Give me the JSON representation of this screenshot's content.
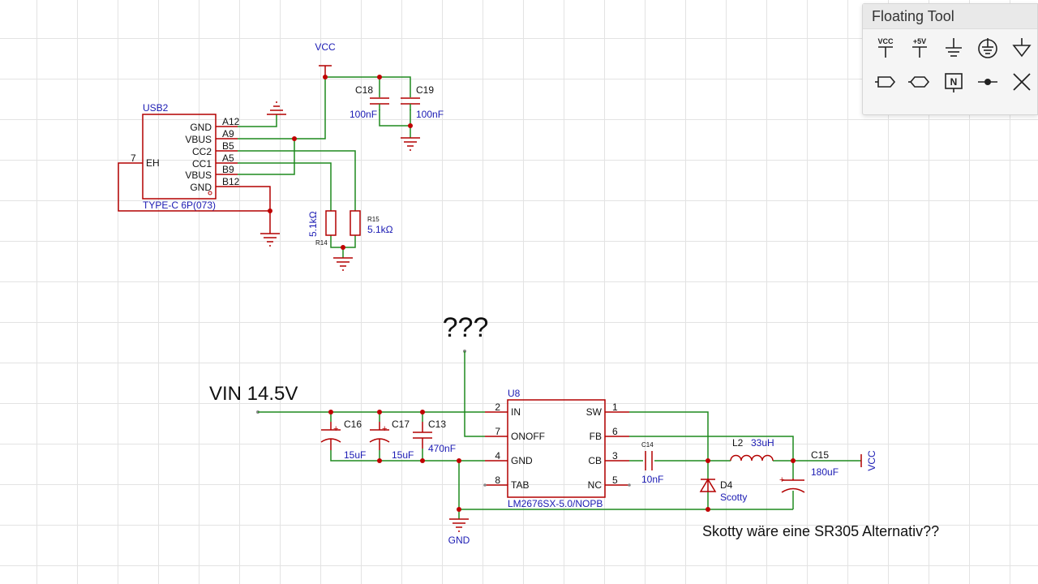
{
  "floating_tool": {
    "title": "Floating Tool",
    "tools": [
      {
        "name": "vcc-net-flag",
        "label": "VCC"
      },
      {
        "name": "5v-net-flag",
        "label": "+5V"
      },
      {
        "name": "ground-symbol",
        "label": ""
      },
      {
        "name": "earth-ground-symbol",
        "label": ""
      },
      {
        "name": "signal-ground-symbol",
        "label": ""
      },
      {
        "name": "net-port-in",
        "label": ""
      },
      {
        "name": "net-port-bidir",
        "label": ""
      },
      {
        "name": "no-connect-flag",
        "label": "N"
      },
      {
        "name": "net-label",
        "label": ""
      },
      {
        "name": "no-connect-cross",
        "label": ""
      }
    ]
  },
  "colors": {
    "wire": "#1f8a1f",
    "component": "#b30000",
    "label": "#1a1ab3",
    "junction": "#c00000",
    "text": "#111111"
  },
  "usb": {
    "designator": "USB2",
    "part": "TYPE-C 6P(073)",
    "eh_pin": "7",
    "eh_label": "EH",
    "pin_names": [
      "GND",
      "VBUS",
      "CC2",
      "CC1",
      "VBUS",
      "GND"
    ],
    "pin_numbers": [
      "A12",
      "A9",
      "B5",
      "A5",
      "B9",
      "B12"
    ]
  },
  "vcc_top": "VCC",
  "c18": {
    "ref": "C18",
    "value": "100nF"
  },
  "c19": {
    "ref": "C19",
    "value": "100nF"
  },
  "r14": {
    "ref": "R14",
    "value": "5.1kΩ"
  },
  "r15": {
    "ref": "R15",
    "value": "5.1kΩ"
  },
  "question": "???",
  "vin_label": "VIN 14.5V",
  "c16": {
    "ref": "C16",
    "value": "15uF"
  },
  "c17": {
    "ref": "C17",
    "value": "15uF"
  },
  "c13": {
    "ref": "C13",
    "value": "470nF"
  },
  "u8": {
    "ref": "U8",
    "part": "LM2676SX-5.0/NOPB",
    "left_pins": [
      {
        "num": "2",
        "name": "IN"
      },
      {
        "num": "7",
        "name": "ONOFF"
      },
      {
        "num": "4",
        "name": "GND"
      },
      {
        "num": "8",
        "name": "TAB"
      }
    ],
    "right_pins": [
      {
        "num": "1",
        "name": "SW"
      },
      {
        "num": "6",
        "name": "FB"
      },
      {
        "num": "3",
        "name": "CB"
      },
      {
        "num": "5",
        "name": "NC"
      }
    ]
  },
  "c14": {
    "ref": "C14",
    "value": "10nF"
  },
  "l2": {
    "ref": "L2",
    "value": "33uH"
  },
  "d4": {
    "ref": "D4",
    "value": "Scotty"
  },
  "c15": {
    "ref": "C15",
    "value": "180uF"
  },
  "vcc_out": "VCC",
  "gnd_label": "GND",
  "note": "Skotty wäre eine SR305 Alternativ??"
}
